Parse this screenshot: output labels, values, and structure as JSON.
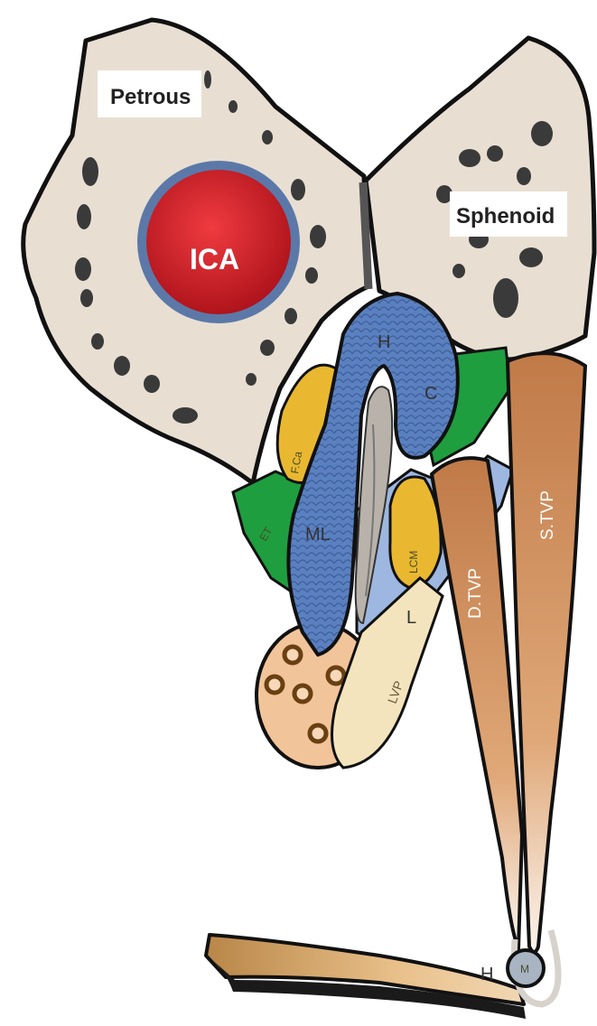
{
  "labels": {
    "petrous": "Petrous",
    "sphenoid": "Sphenoid",
    "ica": "ICA",
    "h_top": "H",
    "c": "C",
    "ml": "ML",
    "l": "L",
    "d_tvp": "D.TVP",
    "s_tvp": "S.TVP",
    "lvp": "LVP",
    "h_bottom": "H",
    "hamulus": "M",
    "fat_pad_upper": "F.Ca",
    "fat_pad_lower": "LCM",
    "ligament": "ET"
  },
  "colors": {
    "bone": "#e8dfd2",
    "bone_pits": "#3a3a3a",
    "ica_red": "#d8202a",
    "ica_ring": "#5c78a8",
    "cartilage_blue": "#5b80c0",
    "fat_yellow": "#e9b830",
    "membrane_green": "#1f9e3f",
    "muscle_tan": "#c98d5c",
    "lvp_cream": "#f3e4bd",
    "gland_orange": "#f2c49a",
    "palate_tan": "#d9a56a"
  }
}
